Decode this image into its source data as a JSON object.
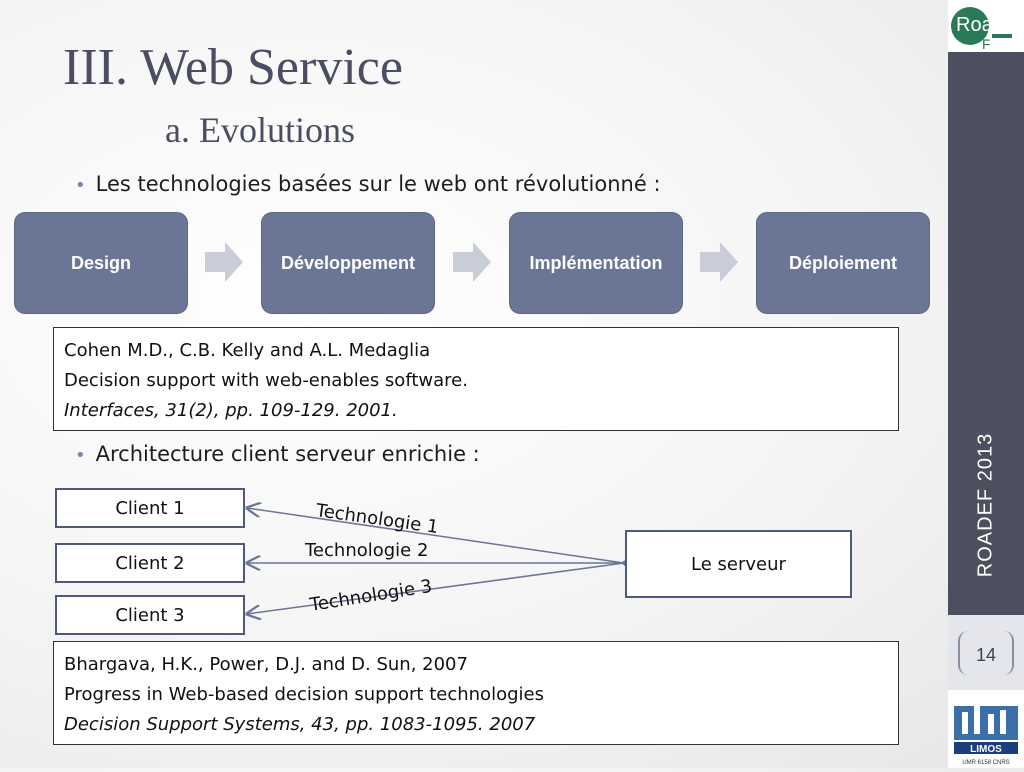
{
  "header": {
    "title": "III. Web Service",
    "subtitle": "a. Evolutions"
  },
  "bullets": {
    "first": "Les technologies basées sur le web ont révolutionné :",
    "second": "Architecture client serveur enrichie :"
  },
  "process_steps": [
    "Design",
    "Développement",
    "Implémentation",
    "Déploiement"
  ],
  "reference1": {
    "line1": "Cohen M.D., C.B. Kelly and A.L. Medaglia",
    "line2": "Decision support with web-enables software.",
    "line3_journal": "Interfaces",
    "line3_rest": ", 31(2), pp. 109-129. 2001."
  },
  "architecture": {
    "clients": [
      "Client 1",
      "Client 2",
      "Client 3"
    ],
    "server": "Le serveur",
    "technologies": [
      "Technologie 1",
      "Technologie 2",
      "Technologie 3"
    ]
  },
  "reference2": {
    "line1": "Bhargava, H.K., Power, D.J. and D. Sun, 2007",
    "line2": "Progress in Web-based decision support technologies",
    "line3": "Decision Support Systems, 43, pp. 1083-1095. 2007"
  },
  "sidebar": {
    "conference": "ROADEF 2013",
    "page_number": "14",
    "logo_top_text": "Road",
    "logo_top_sub": "F",
    "logo_bottom_text": "LIMOS",
    "logo_bottom_sub": "UMR 6158 CNRS"
  },
  "colors": {
    "step_fill": "#6b7596",
    "sidebar": "#4d4f5e",
    "title": "#4b4e62",
    "logo_green": "#2b7a57"
  }
}
